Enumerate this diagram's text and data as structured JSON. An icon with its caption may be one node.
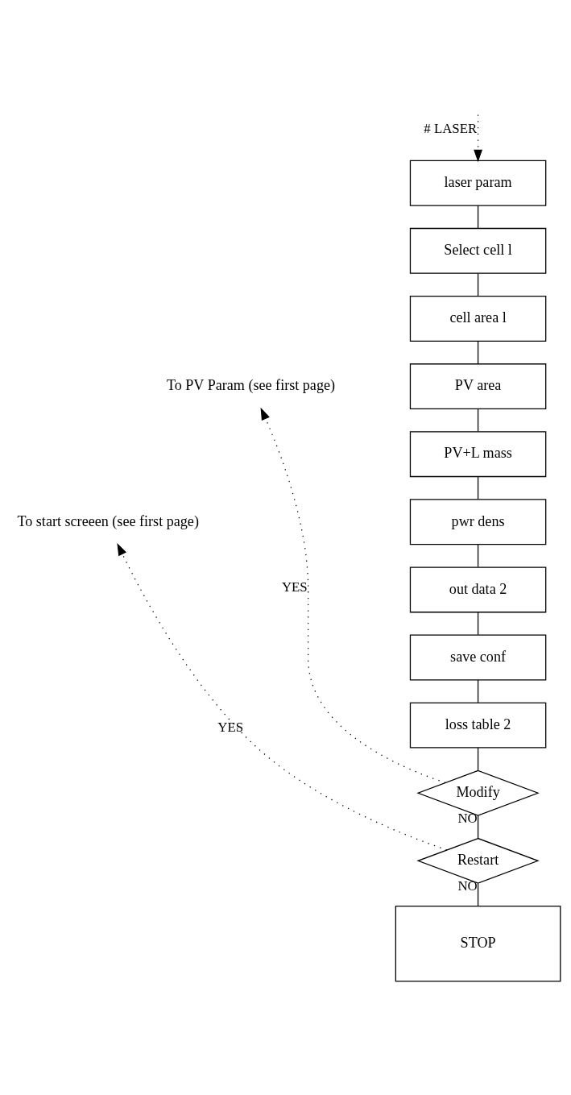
{
  "diagram": {
    "nodes": [
      {
        "text": [
          "laser param"
        ]
      },
      {
        "text": [
          "Select cell l"
        ]
      },
      {
        "text": [
          "cell area l"
        ]
      },
      {
        "text": [
          "PV area"
        ]
      },
      {
        "text": [
          "PV+L mass"
        ]
      },
      {
        "text": [
          "pwr dens"
        ]
      },
      {
        "text": [
          "out data 2"
        ]
      },
      {
        "text": [
          "save conf"
        ]
      },
      {
        "text": [
          "loss table 2"
        ]
      },
      {
        "text": [
          "Modify"
        ]
      },
      {
        "text": [
          "Restart"
        ]
      },
      {
        "text": [
          "STOP"
        ]
      },
      {
        "text": [
          "To PV Param (see first page)"
        ]
      },
      {
        "text": [
          "To start screeen (see first page)"
        ]
      }
    ],
    "edges": [
      {
        "from": null,
        "to": 0,
        "arrow": "to",
        "label": "# LASER",
        "style": "dashed"
      },
      {
        "from": 0,
        "to": 1,
        "arrow": "none"
      },
      {
        "from": 1,
        "to": 2,
        "arrow": "none"
      },
      {
        "from": 2,
        "to": 3,
        "arrow": "none"
      },
      {
        "from": 3,
        "to": 4,
        "arrow": "none"
      },
      {
        "from": 4,
        "to": 5,
        "arrow": "none"
      },
      {
        "from": 5,
        "to": 6,
        "arrow": "none"
      },
      {
        "from": 6,
        "to": 7,
        "arrow": "none"
      },
      {
        "from": 7,
        "to": 8,
        "arrow": "none"
      },
      {
        "from": 8,
        "to": 9,
        "arrow": "none"
      },
      {
        "from": 9,
        "to": 12,
        "arrow": "to",
        "label": "YES",
        "style": "dashed"
      },
      {
        "from": 9,
        "to": 10,
        "arrow": "none",
        "label": "NO"
      },
      {
        "from": 10,
        "to": 13,
        "arrow": "to",
        "label": "YES",
        "style": "dashed"
      },
      {
        "from": 10,
        "to": 11,
        "arrow": "none",
        "label": "NO"
      }
    ]
  }
}
